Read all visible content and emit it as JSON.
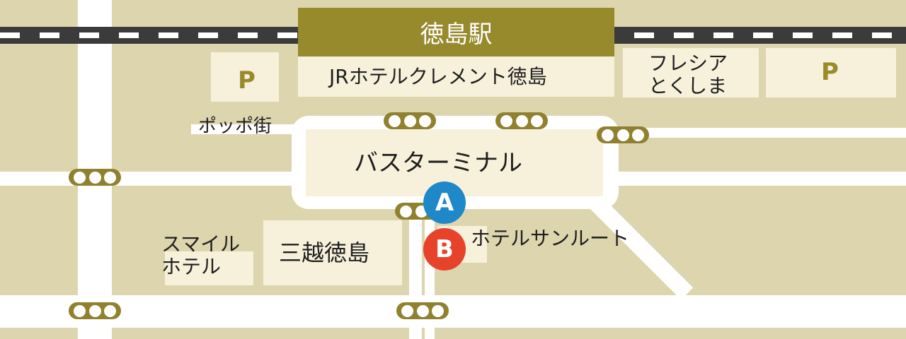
{
  "colors": {
    "background": "#ddd5ae",
    "road": "#ffffff",
    "building": "#f7f1dc",
    "station": "#968a2c",
    "signal": "#8f812e",
    "stop_a": "#1f88c8",
    "stop_b": "#e6432a",
    "rail": "#3b3b3b"
  },
  "station": {
    "label": "徳島駅"
  },
  "buildings": {
    "jr_hotel": "JRホテルクレメント徳島",
    "flesia": "フレシア\nとくしま",
    "bus_terminal": "バスターミナル",
    "mitsukoshi": "三越徳島",
    "smile_hotel": "スマイル\nホテル",
    "hotel_sunroute": "ホテルサンルート"
  },
  "streets": {
    "poppo_gai": "ポッポ街"
  },
  "parking": {
    "left": "P",
    "right": "P"
  },
  "bus_stops": {
    "a": "A",
    "b": "B"
  },
  "icons": {
    "signal": "traffic-signal-icon",
    "parking": "parking-icon",
    "bus_stop": "bus-stop-marker"
  }
}
